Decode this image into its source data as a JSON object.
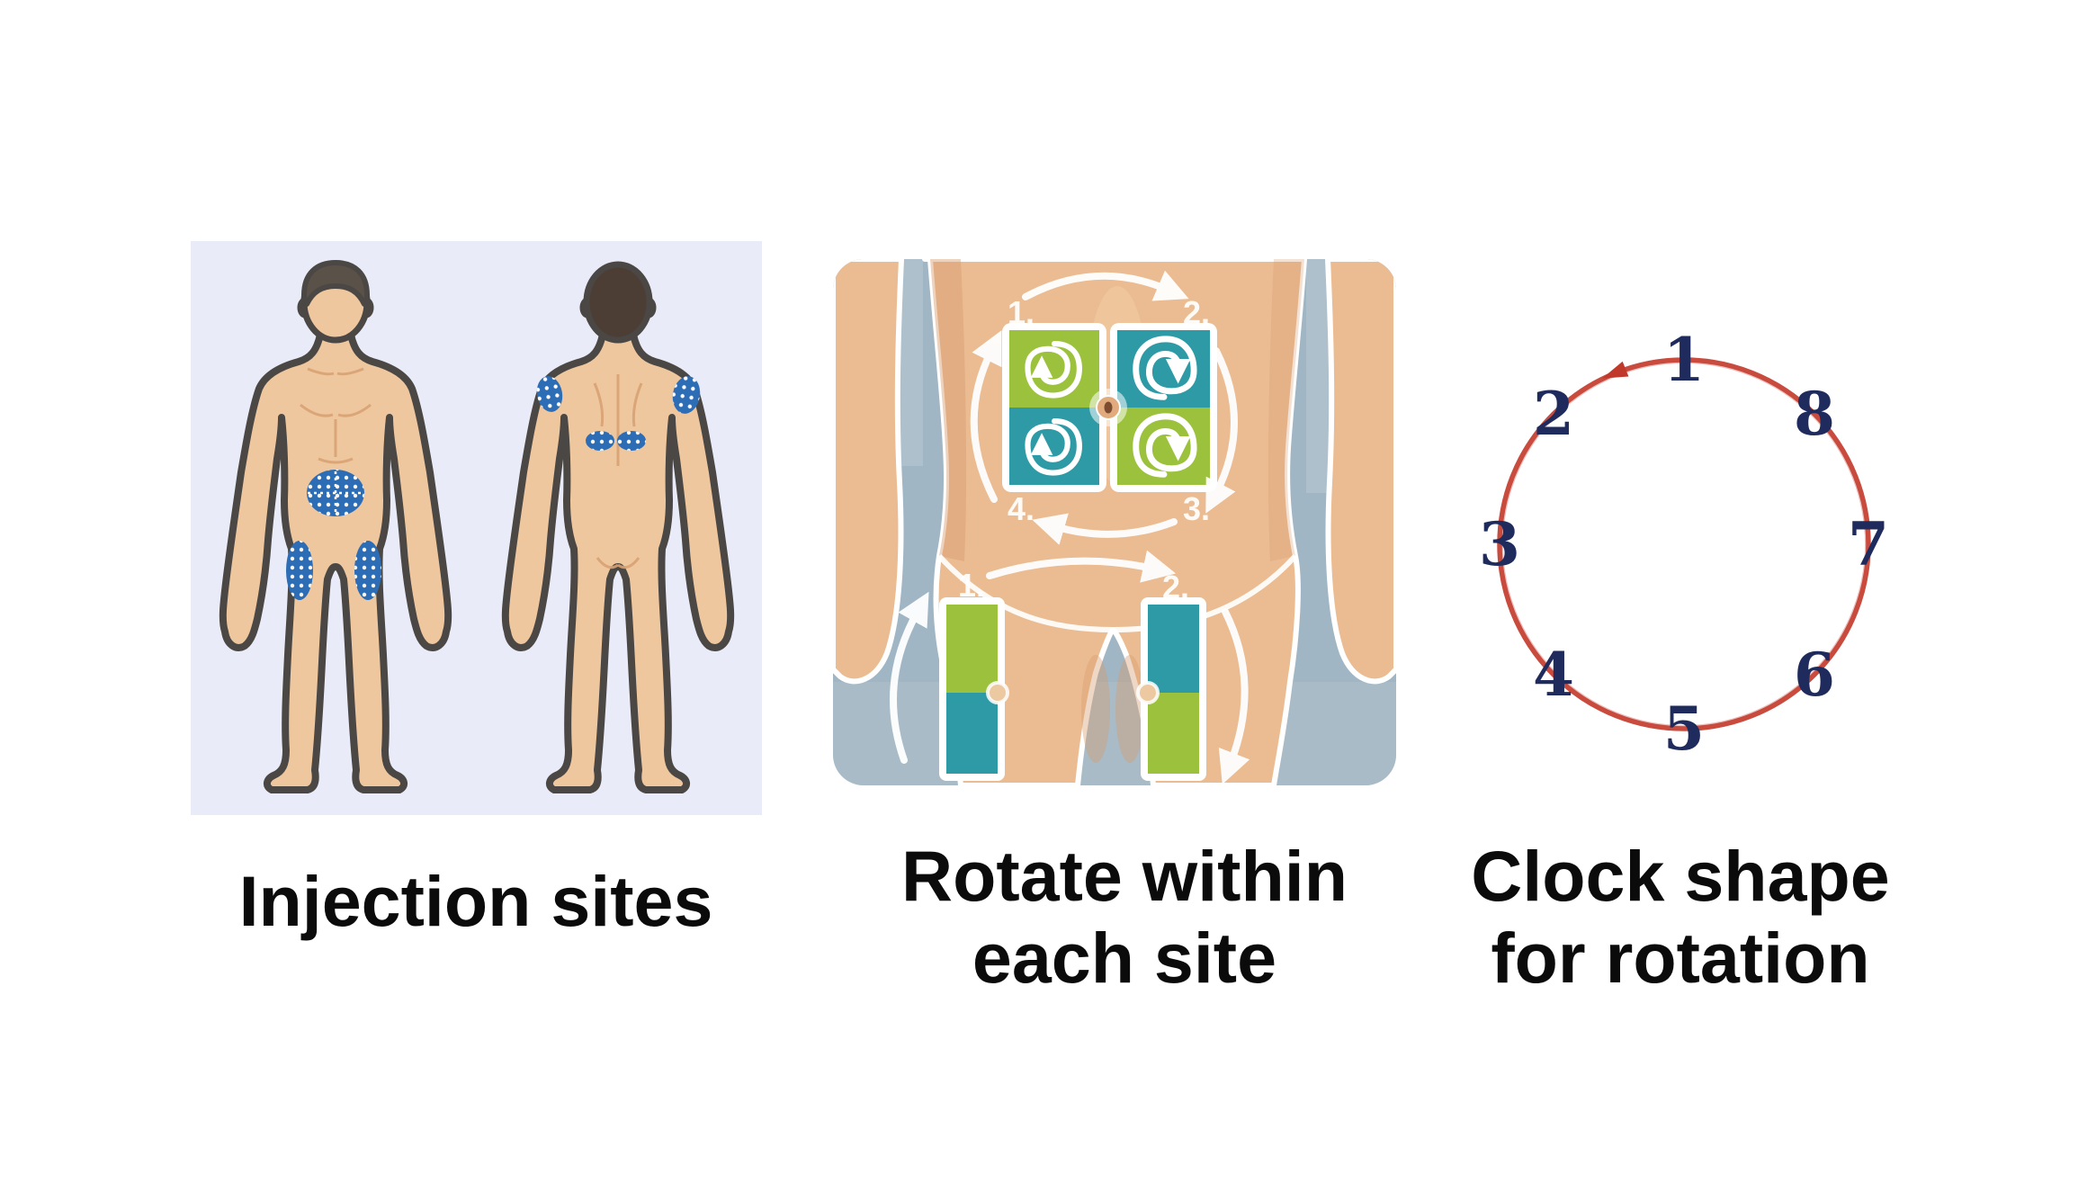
{
  "page": {
    "background": "#ffffff"
  },
  "captions": {
    "injection": "Injection sites",
    "rotation_line1": "Rotate within",
    "rotation_line2": "each site",
    "clock_line1": "Clock shape",
    "clock_line2": "for rotation"
  },
  "panels": {
    "injection_sites": {
      "background": "#e9ecf8",
      "skin_color": "#eec79e",
      "outline_color": "#4b4744",
      "hair_front_color": "#5a5148",
      "hair_back_color": "#4d3e35",
      "site_color": "#2d6db6",
      "figures": [
        "front-view-body",
        "back-view-body"
      ],
      "sites_front": [
        "abdomen",
        "left-thigh",
        "right-thigh"
      ],
      "sites_back": [
        "left-upper-arm",
        "right-upper-arm",
        "left-lower-back",
        "right-lower-back"
      ]
    },
    "rotation": {
      "background": "#a1b6c4",
      "skin_color": "#ebbc92",
      "green": "#9cc23d",
      "teal": "#2e9aa6",
      "abdomen_labels": [
        "1.",
        "2.",
        "3.",
        "4."
      ],
      "thigh_labels": [
        "1.",
        "2."
      ]
    },
    "clock": {
      "circle_color": "#c94b3e",
      "number_color": "#1f2b5c",
      "numbers": [
        "1",
        "2",
        "3",
        "4",
        "5",
        "6",
        "7",
        "8"
      ],
      "direction": "counter-clockwise"
    }
  }
}
